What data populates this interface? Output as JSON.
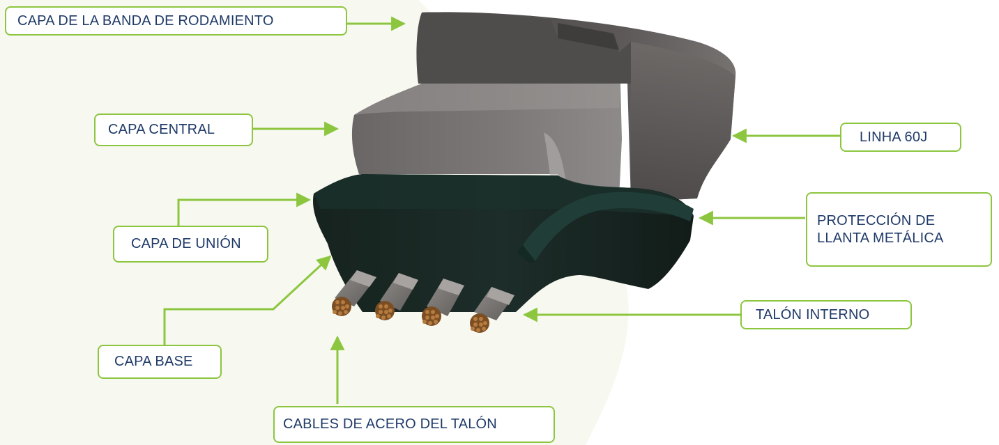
{
  "labels": {
    "tread_layer": "CAPA DE LA BANDA DE RODAMIENTO",
    "central_layer": "CAPA CENTRAL",
    "line": "LINHA 60J",
    "bond_layer": "CAPA DE UNIÓN",
    "rim_protection": "PROTECCIÓN DE\nLLANTA METÁLICA",
    "inner_heel": "TALÓN INTERNO",
    "base_layer": "CAPA BASE",
    "steel_cables": "CABLES DE ACERO DEL TALÓN"
  },
  "colors": {
    "accent": "#8cc63f",
    "text": "#1f3a68",
    "background_blob": "#f7f8f0",
    "tread": "#555252",
    "central": "#6e6b6a",
    "base": "#1a2b28",
    "copper": "#8a5a2b"
  }
}
